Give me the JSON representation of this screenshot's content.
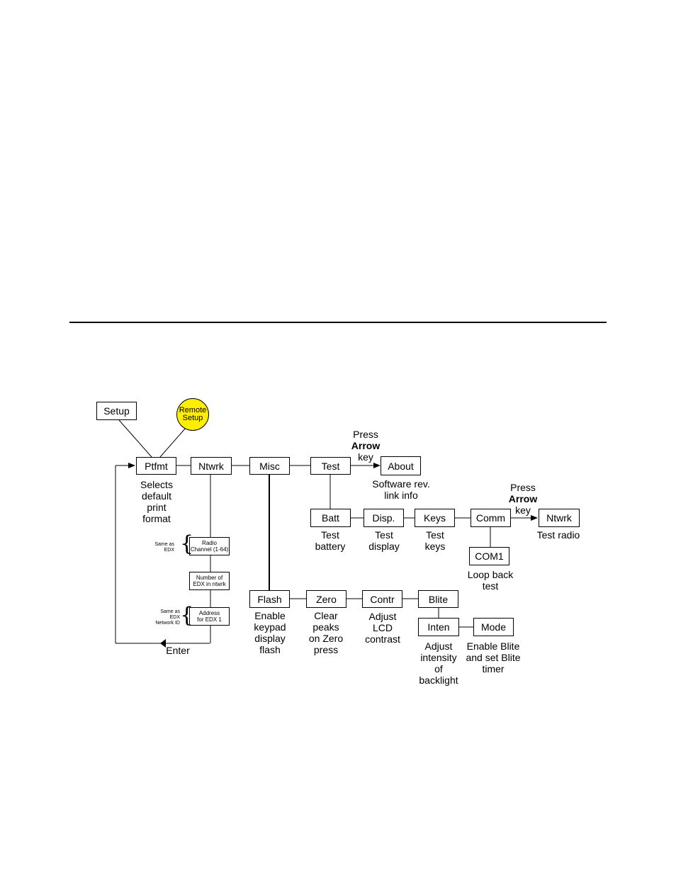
{
  "nodes": {
    "setup": "Setup",
    "remote_setup": "Remote\nSetup",
    "ptfmt": "Ptfmt",
    "ntwrk": "Ntwrk",
    "misc": "Misc",
    "test": "Test",
    "about": "About",
    "batt": "Batt",
    "disp": "Disp.",
    "keys": "Keys",
    "comm": "Comm",
    "ntwrk_test": "Ntwrk",
    "com1": "COM1",
    "radio_channel": "Radio\nChannel (1-64)",
    "number_edx": "Number of\nEDX in ntwrk",
    "address_edx": "Address\nfor EDX 1",
    "flash": "Flash",
    "zero": "Zero",
    "contr": "Contr",
    "blite": "Blite",
    "inten": "Inten",
    "mode": "Mode"
  },
  "labels": {
    "ptfmt_desc": "Selects\ndefault\nprint\nformat",
    "press": "Press",
    "arrow": "Arrow",
    "key": "key",
    "about_desc": "Software rev.\nlink info",
    "press2": "Press",
    "arrow2": "Arrow",
    "key2": "key",
    "batt_desc": "Test\nbattery",
    "disp_desc": "Test\ndisplay",
    "keys_desc": "Test\nkeys",
    "ntwrk_test_desc": "Test radio",
    "com1_desc": "Loop back\ntest",
    "flash_desc": "Enable\nkeypad\ndisplay\nflash",
    "zero_desc": "Clear\npeaks\non Zero\npress",
    "contr_desc": "Adjust\nLCD\ncontrast",
    "inten_desc": "Adjust\nintensity\nof\nbacklight",
    "mode_desc": "Enable Blite\nand set Blite\ntimer",
    "enter": "Enter",
    "same_edx": "Same as\nEDX",
    "same_edx_network": "Same as\nEDX\nNetwork ID"
  },
  "colors": {
    "remote_setup_fill": "#ffee00"
  }
}
